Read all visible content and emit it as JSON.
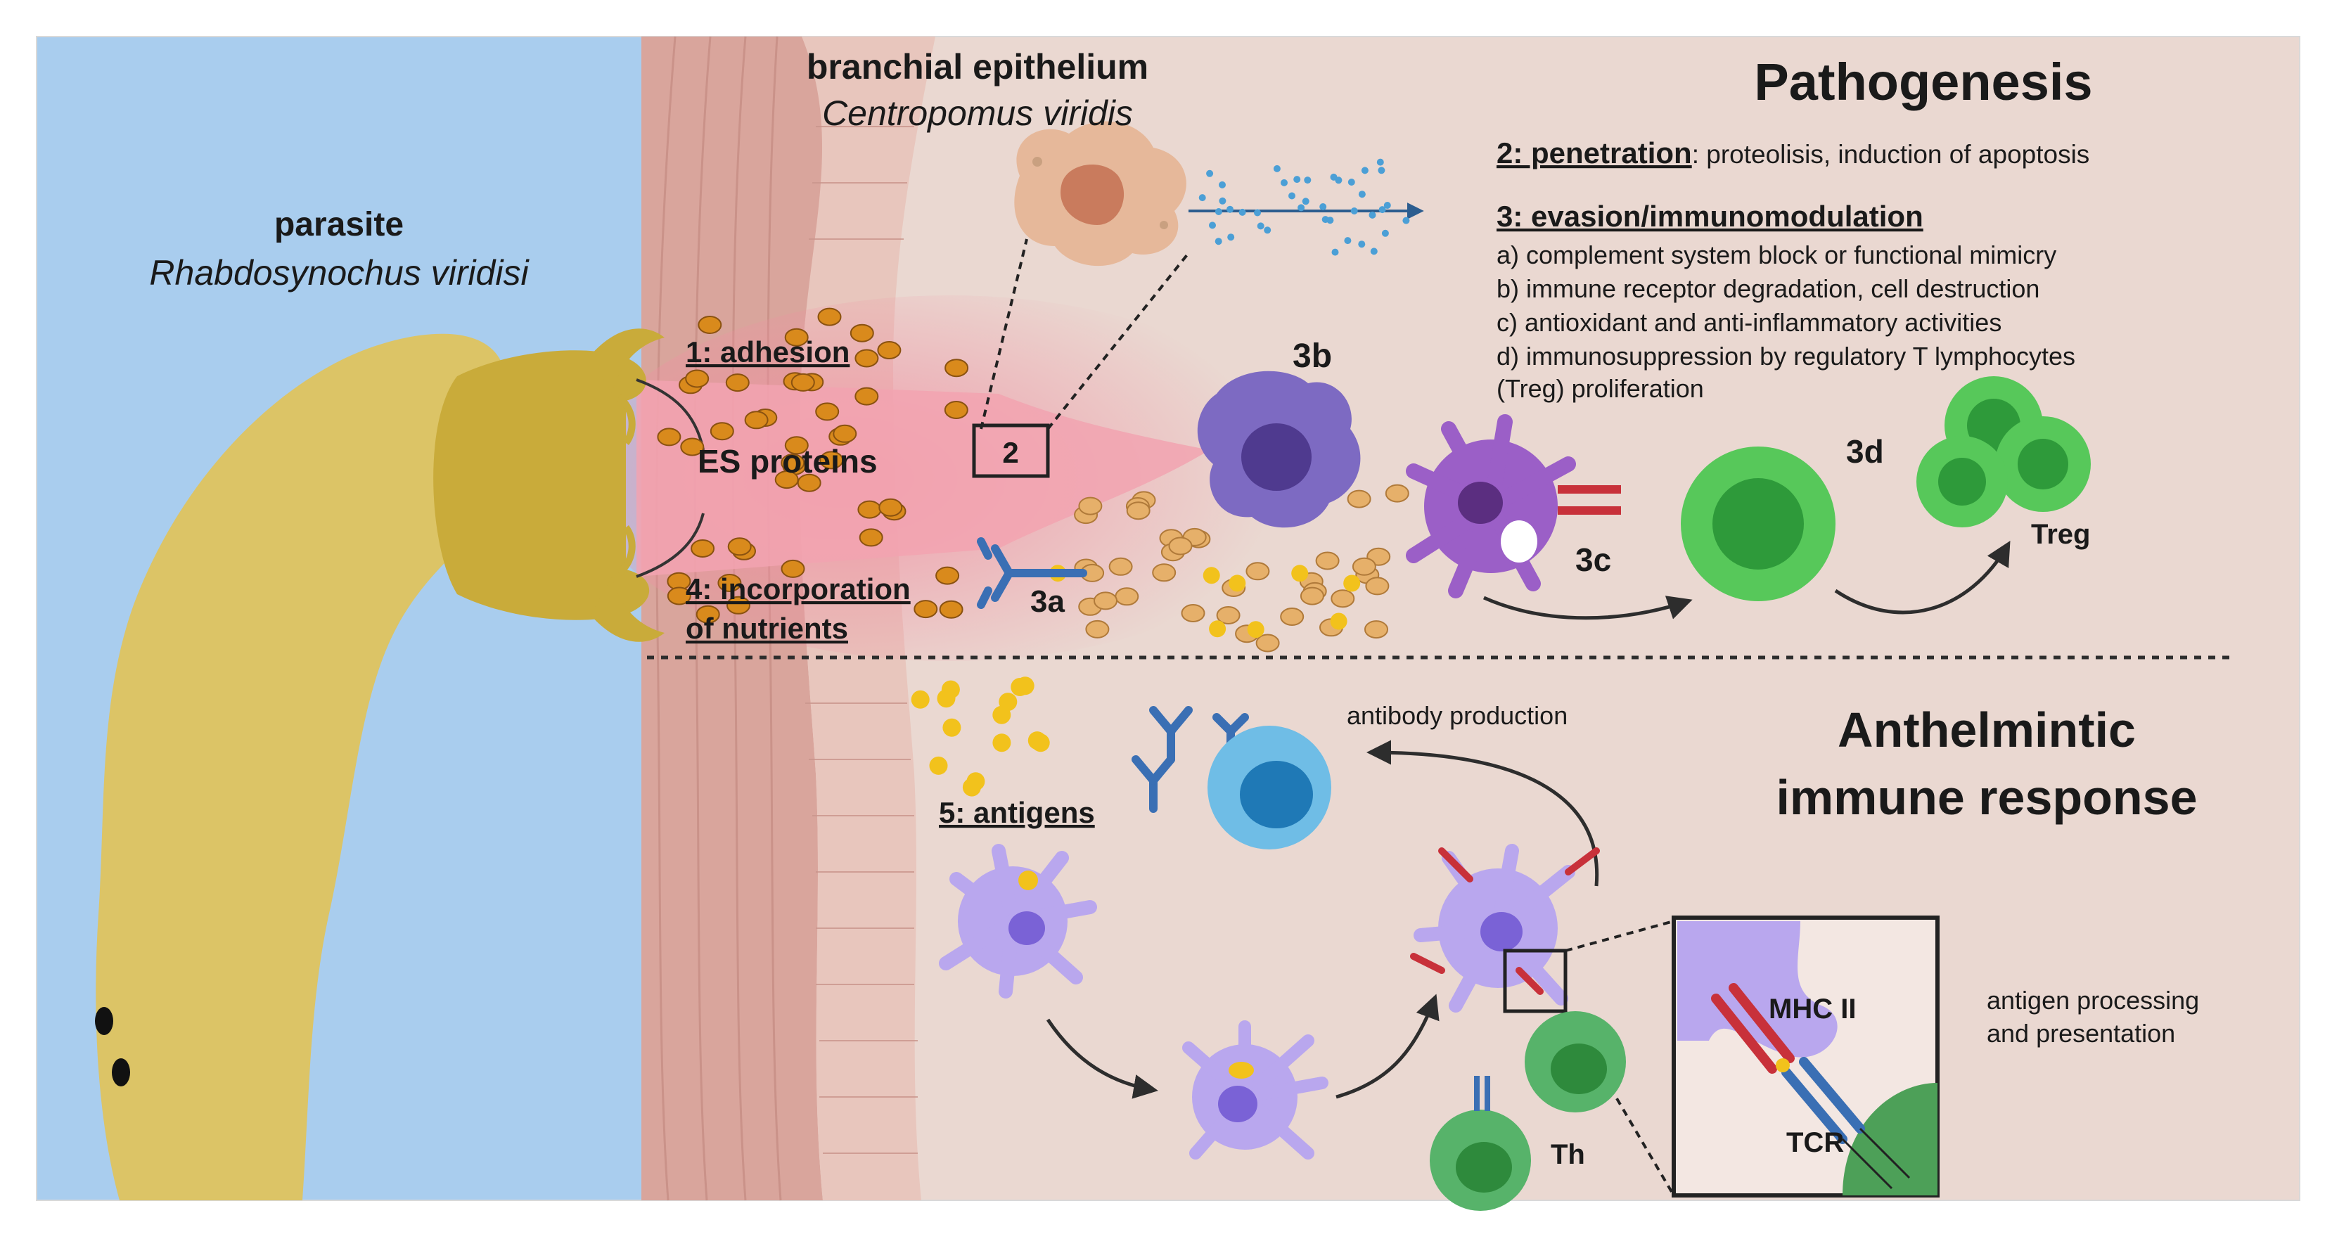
{
  "colors": {
    "sky": "#a9cdee",
    "background": "#ead8d1",
    "tissue": "#d9a9a1",
    "parasite": "#dcc466",
    "parasite_dark": "#c9ab3a",
    "es_pink": "#f2a3b0",
    "es_dot": "#d98a1c",
    "antigen": "#f2c21c",
    "macrophage": "#7d6ac2",
    "dendritic": "#9b5fc7",
    "apc_light": "#b9a7ee",
    "b_cell": "#4aa7db",
    "t_cell_green": "#57c85a",
    "th_green": "#4da058",
    "antibody": "#3a6fb4"
  },
  "labels": {
    "parasite_title": "parasite",
    "parasite_species": "Rhabdosynochus viridisi",
    "host_title": "branchial epithelium",
    "host_species": "Centropomus viridis",
    "adhesion": "1: adhesion",
    "es_proteins": "ES proteins",
    "incorporation_line1": "4: incorporation",
    "incorporation_line2": "of nutrients",
    "box2": "2",
    "cell_3a": "3a",
    "cell_3b": "3b",
    "cell_3c": "3c",
    "cell_3d": "3d",
    "treg": "Treg",
    "antigens": "5: antigens",
    "antibody_production": "antibody production",
    "antigen_processing_line1": "antigen processing",
    "antigen_processing_line2": "and presentation",
    "mhc": "MHC II",
    "tcr": "TCR",
    "th": "Th"
  },
  "pathogenesis": {
    "title": "Pathogenesis",
    "penetration_heading": "2: penetration",
    "penetration_text": ": proteolisis, induction of apoptosis",
    "evasion_heading": "3: evasion/immunomodulation",
    "items": [
      "a) complement system block or functional mimicry",
      "b) immune receptor degradation, cell destruction",
      "c) antioxidant and anti-inflammatory activities",
      "d) immunosuppression by regulatory T lymphocytes",
      "(Treg) proliferation"
    ]
  },
  "response": {
    "title_line1": "Anthelmintic",
    "title_line2": "immune response"
  }
}
